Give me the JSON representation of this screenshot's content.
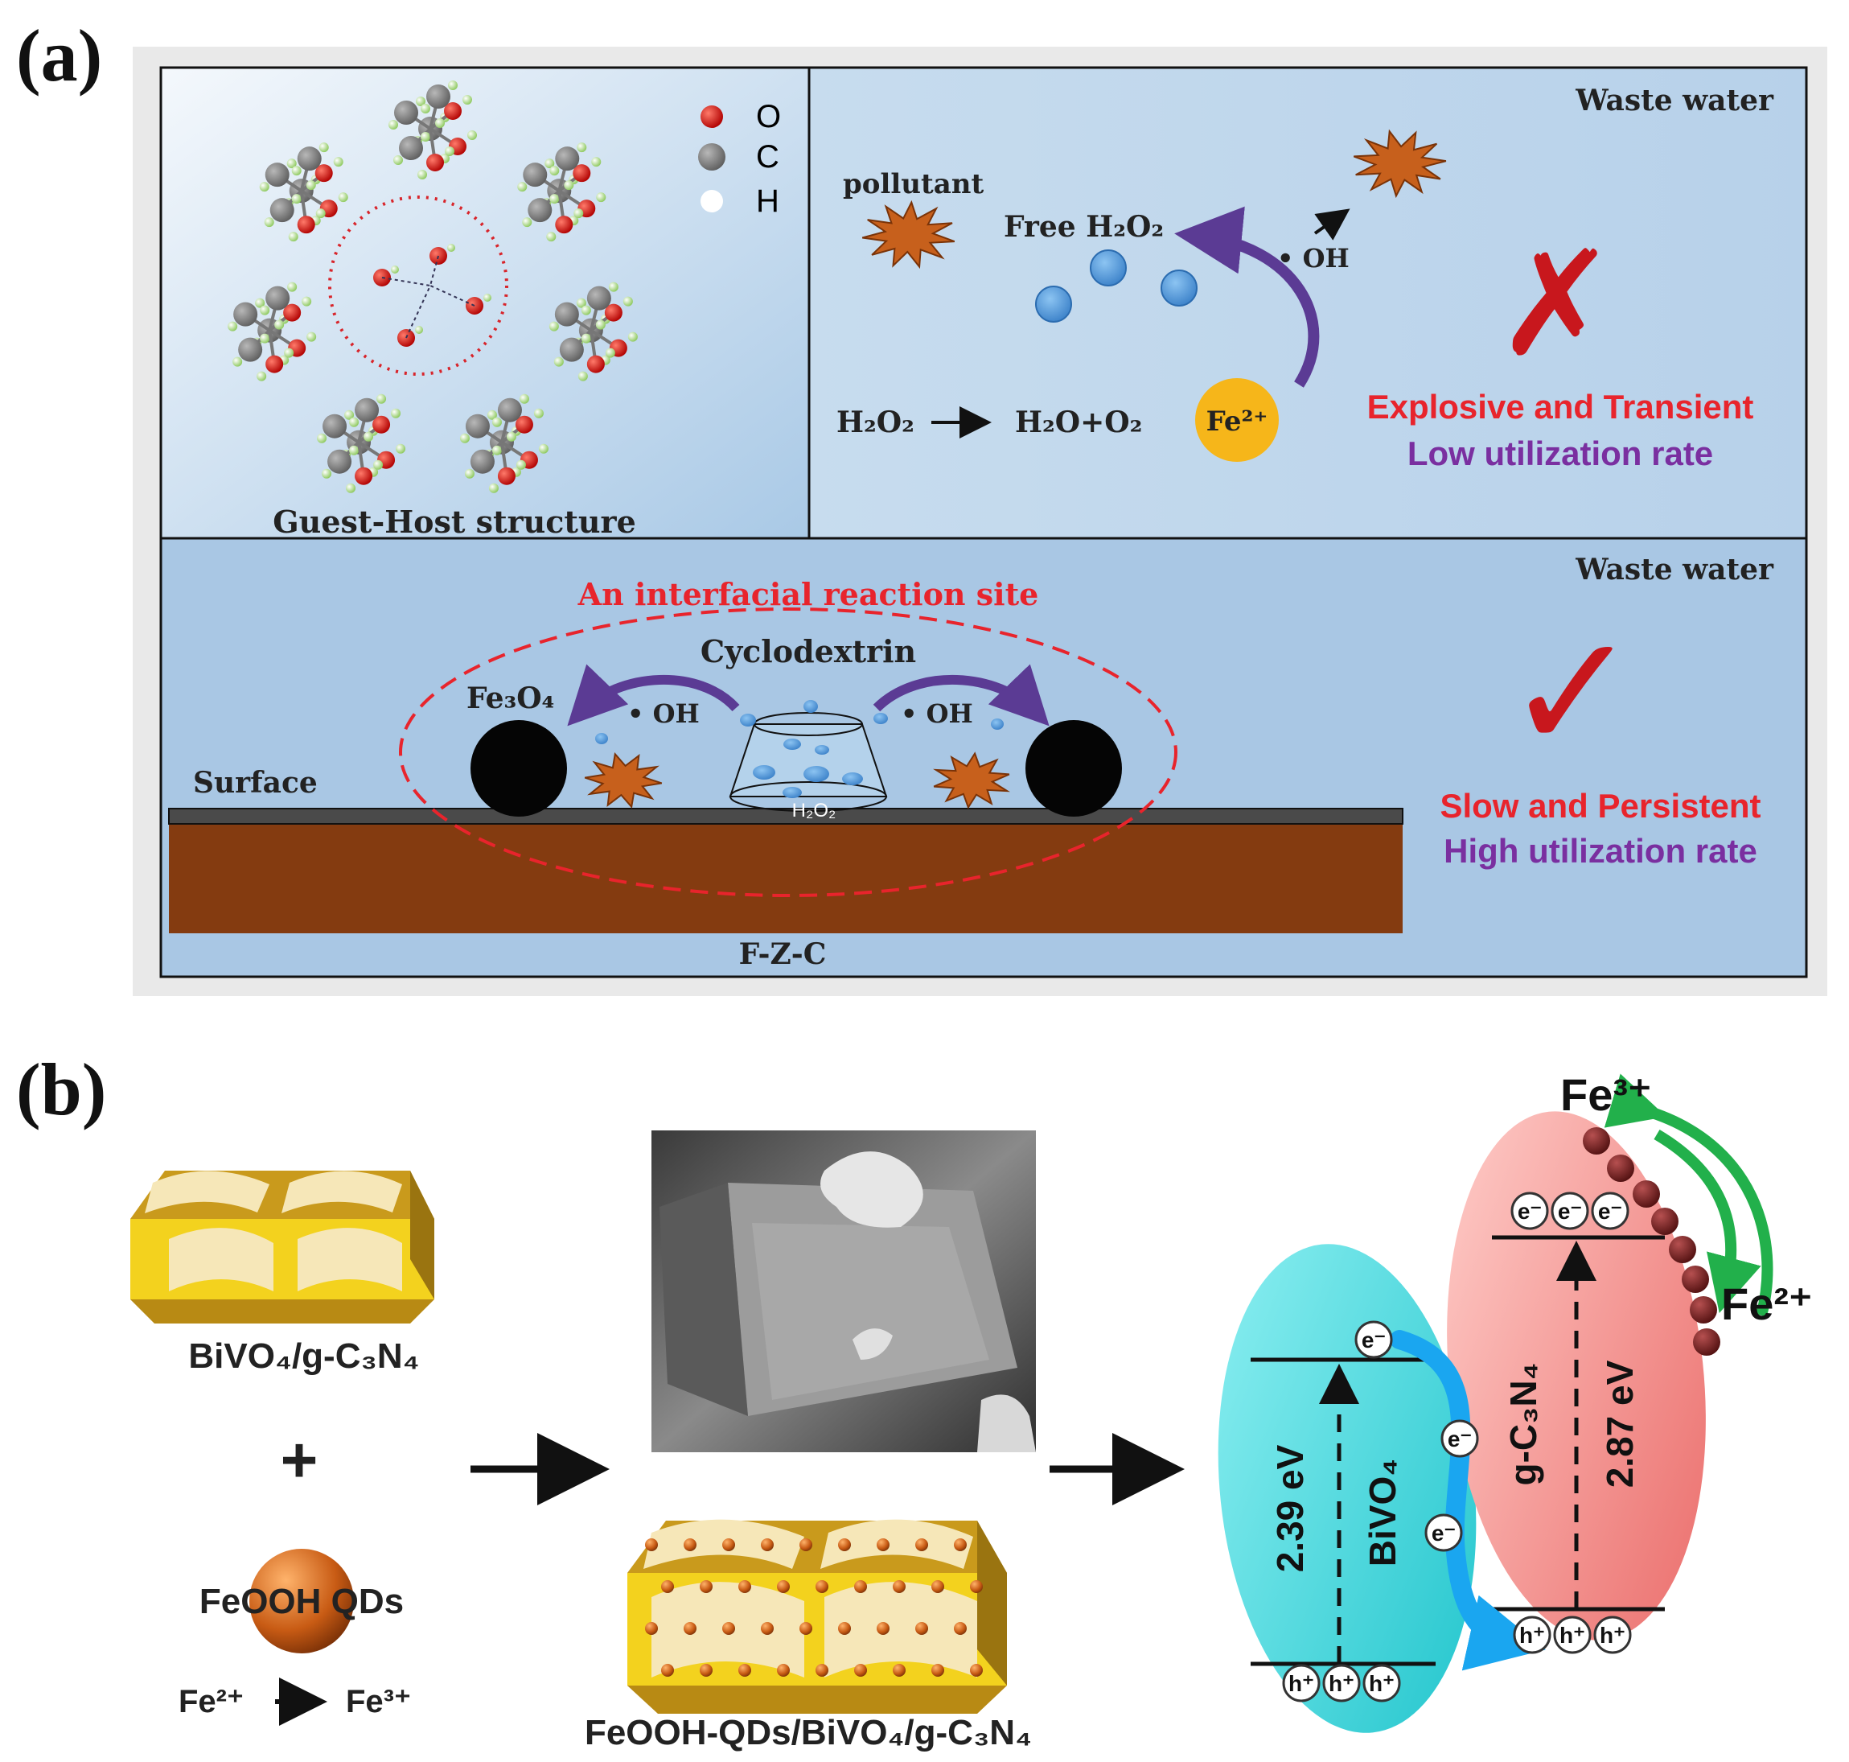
{
  "panel_a": {
    "label": "(a)",
    "legend": {
      "o": "O",
      "c": "C",
      "h": "H"
    },
    "guest_host_caption": "Guest-Host structure",
    "top_right": {
      "waste_water": "Waste water",
      "pollutant": "pollutant",
      "free_h2o2": "Free H₂O₂",
      "oh": "• OH",
      "equation_left": "H₂O₂",
      "equation_right": "H₂O+O₂",
      "fe2": "Fe²⁺",
      "status_line1": "Explosive and Transient",
      "status_line2": "Low utilization rate",
      "cross_mark": "✗",
      "colors": {
        "line1": "#e8242c",
        "line2": "#7a2fa0",
        "cross": "#c8171d"
      }
    },
    "bottom": {
      "waste_water": "Waste water",
      "interfacial": "An interfacial reaction site",
      "cyclodextrin": "Cyclodextrin",
      "fe3o4": "Fe₃O₄",
      "oh_left": "• OH",
      "oh_right": "• OH",
      "surface": "Surface",
      "h2o2": "H₂O₂",
      "substrate": "F-Z-C",
      "status_line1": "Slow and Persistent",
      "status_line2": "High utilization rate",
      "check_mark": "✓",
      "colors": {
        "line1": "#e8242c",
        "line2": "#7a2fa0",
        "check": "#c8171d",
        "substrate": "#843b10"
      }
    }
  },
  "panel_b": {
    "label": "(b)",
    "bivo4_gc3n4": "BiVO₄/g-C₃N₄",
    "plus": "+",
    "feooh_qds": "FeOOH QDs",
    "fe_conversion_left": "Fe²⁺",
    "fe_conversion_right": "Fe³⁺",
    "composite": "FeOOH-QDs/BiVO₄/g-C₃N₄",
    "bivo4": "BiVO₄",
    "bivo4_gap": "2.39 eV",
    "gc3n4": "g-C₃N₄",
    "gc3n4_gap": "2.87 eV",
    "fe3": "Fe³⁺",
    "fe2": "Fe²⁺",
    "electron": "e⁻",
    "hole": "h⁺",
    "colors": {
      "bivo4": "#36d3d8",
      "gc3n4": "#f07a78",
      "arrow": "#1aa6f0",
      "cycle": "#22b04b"
    }
  }
}
